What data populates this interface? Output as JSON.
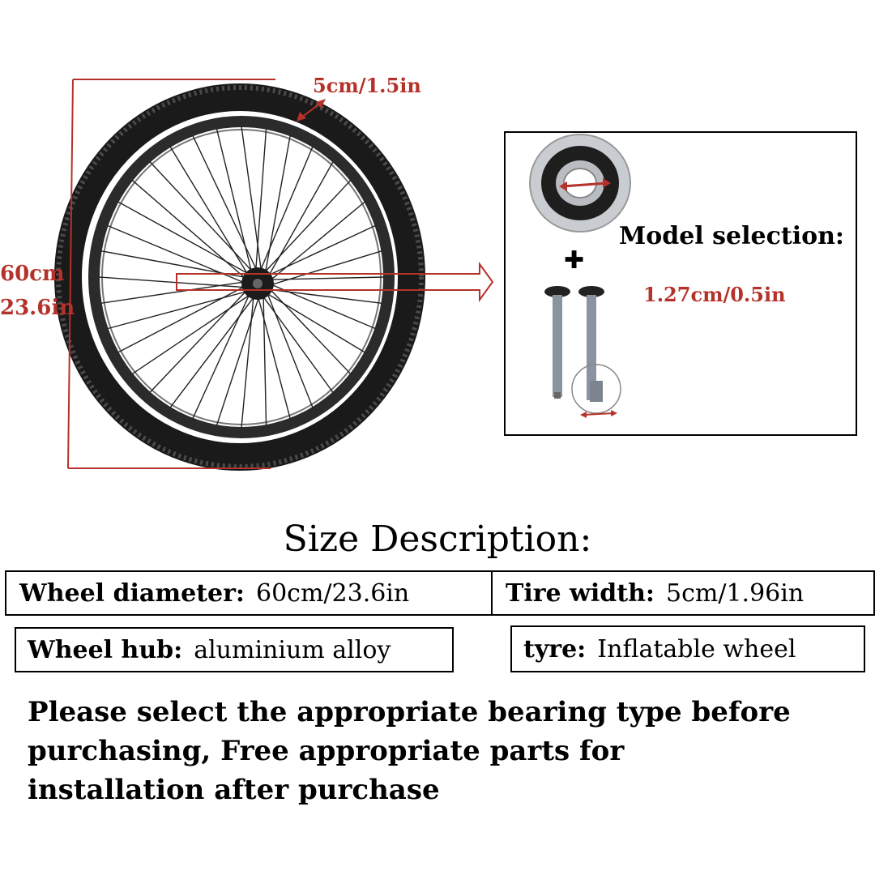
{
  "dimensions": {
    "tire_width": "5cm/1.5in",
    "diameter_cm": "60cm",
    "diameter_in": "23.6in",
    "shaft": "1.27cm/0.5in"
  },
  "parts_panel": {
    "title": "Model selection:",
    "plus_symbol": "✚"
  },
  "size_description": {
    "title": "Size Description:",
    "specs": [
      {
        "label": "Wheel diameter:",
        "value": "60cm/23.6in"
      },
      {
        "label": "Tire width:",
        "value": "5cm/1.96in"
      },
      {
        "label": "Wheel hub:",
        "value": "aluminium alloy"
      },
      {
        "label": "tyre:",
        "value": "Inflatable wheel"
      }
    ]
  },
  "note": {
    "line1": "Please select the appropriate bearing type before",
    "line2": "purchasing, Free appropriate parts for",
    "line3": "installation after purchase"
  },
  "colors": {
    "accent_red": "#b5322a",
    "tire": "#1a1a1a",
    "rim": "#2b2b2b"
  }
}
